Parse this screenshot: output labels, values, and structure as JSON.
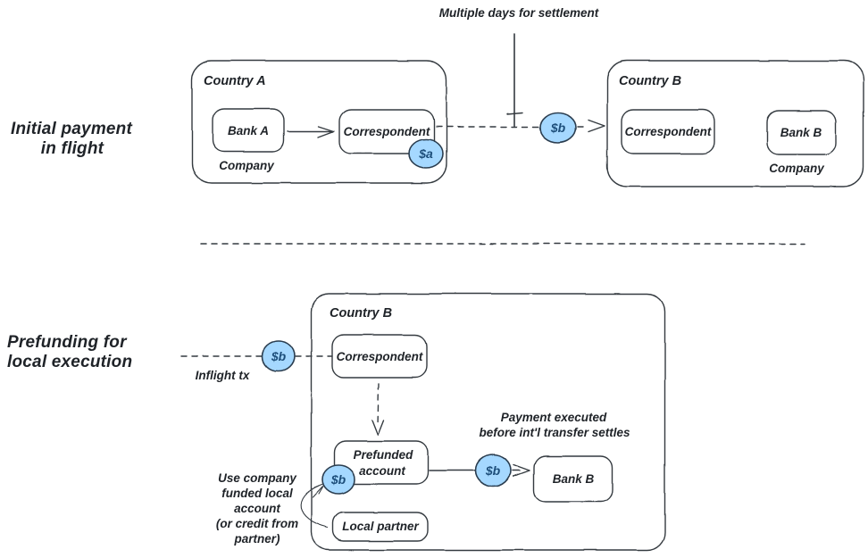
{
  "colors": {
    "background": "#ffffff",
    "ink": "#343a40",
    "text": "#1f2328",
    "badge_fill": "#a5d8ff",
    "badge_stroke": "#2c3e50",
    "badge_text": "#1d4e7a"
  },
  "top": {
    "section_label_line1": "Initial payment",
    "section_label_line2": "in flight",
    "annotation": "Multiple days for settlement",
    "country_a": {
      "title": "Country A",
      "bank_label": "Bank A",
      "correspondent_label": "Correspondent",
      "company_label": "Company",
      "badge": "$a"
    },
    "transfer_badge": "$b",
    "country_b": {
      "title": "Country B",
      "correspondent_label": "Correspondent",
      "bank_label": "Bank B",
      "company_label": "Company"
    }
  },
  "bottom": {
    "section_label_line1": "Prefunding for",
    "section_label_line2": "local execution",
    "inflight_label": "Inflight tx",
    "inflight_badge": "$b",
    "country_b": {
      "title": "Country B",
      "correspondent_label": "Correspondent",
      "prefunded_label_line1": "Prefunded",
      "prefunded_label_line2": "account",
      "local_partner_label": "Local partner",
      "bank_label": "Bank B"
    },
    "prefunded_badge": "$b",
    "execution_badge": "$b",
    "note_line1": "Use company",
    "note_line2": "funded local",
    "note_line3": "account",
    "note_line4": "(or credit from",
    "note_line5": "partner)",
    "execution_note_line1": "Payment executed",
    "execution_note_line2": "before int'l transfer settles"
  }
}
